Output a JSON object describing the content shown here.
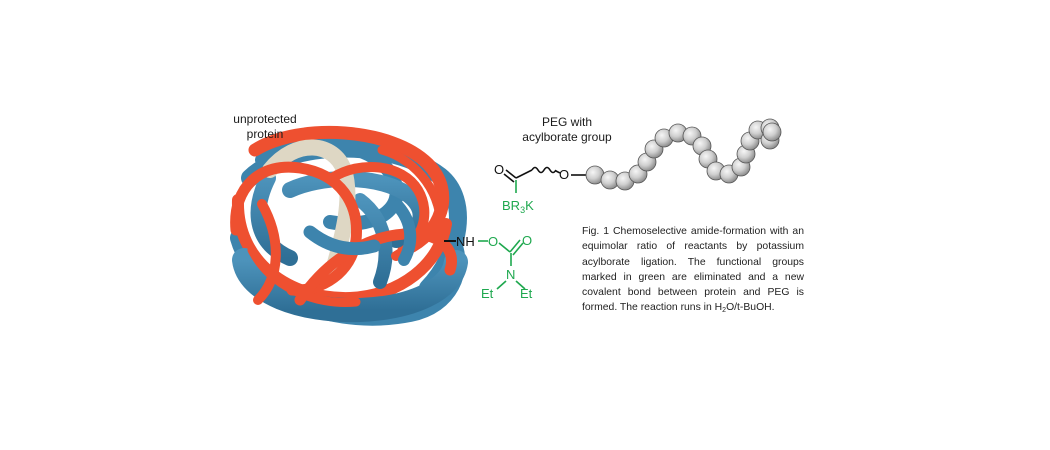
{
  "labels": {
    "protein_line1": "unprotected",
    "protein_line2": "protein",
    "peg_line1": "PEG with",
    "peg_line2": "acylborate group"
  },
  "atoms": {
    "carbonyl_o_top": "O",
    "borate_group": "BR",
    "borate_sub": "3",
    "borate_tail": "K",
    "ether_o": "O",
    "nh": "NH",
    "linker_o": "O",
    "carbamate_o": "O",
    "carbamate_n": "N",
    "ethyl_left": "Et",
    "ethyl_right": "Et"
  },
  "caption": {
    "text_before_h2o": "Fig. 1 Chemoselective amide-formation with an equimolar ratio of reactants by potassium acyl­borate ligation. The functional groups marked in green are eliminated and a new covalent bond between protein and PEG is formed. The reac­tion runs in H",
    "sub_2": "2",
    "text_after_h2o": "O/t-BuOH."
  },
  "colors": {
    "red_band": "#ee5030",
    "blue_band": "#3d84ad",
    "cream_band": "#ded7c4",
    "green_groups": "#1fa84f",
    "bead_fill": "#cfcfcf",
    "bond_black": "#111111"
  },
  "peg_bead_count": 20
}
